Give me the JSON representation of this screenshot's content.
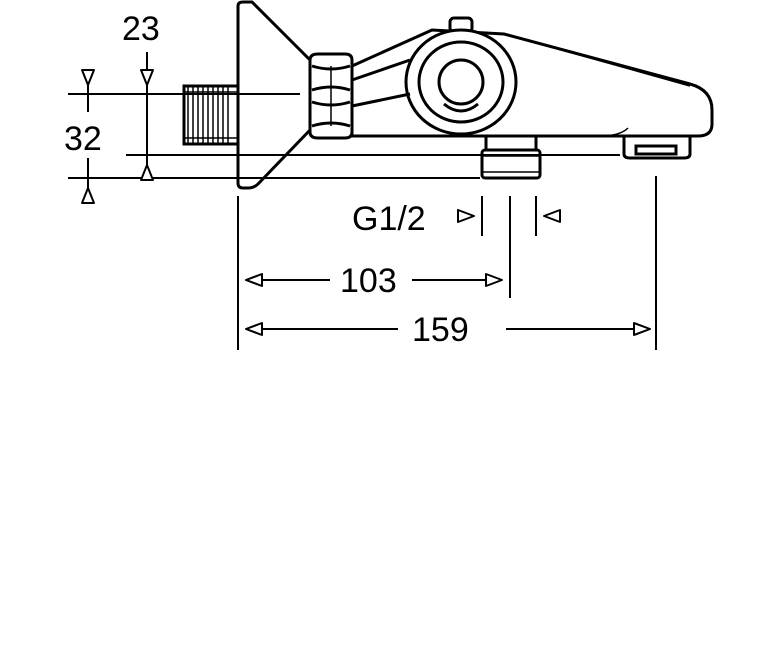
{
  "dimensions": {
    "d23": "23",
    "d32": "32",
    "thread": "G1/2",
    "d103": "103",
    "d159": "159"
  }
}
